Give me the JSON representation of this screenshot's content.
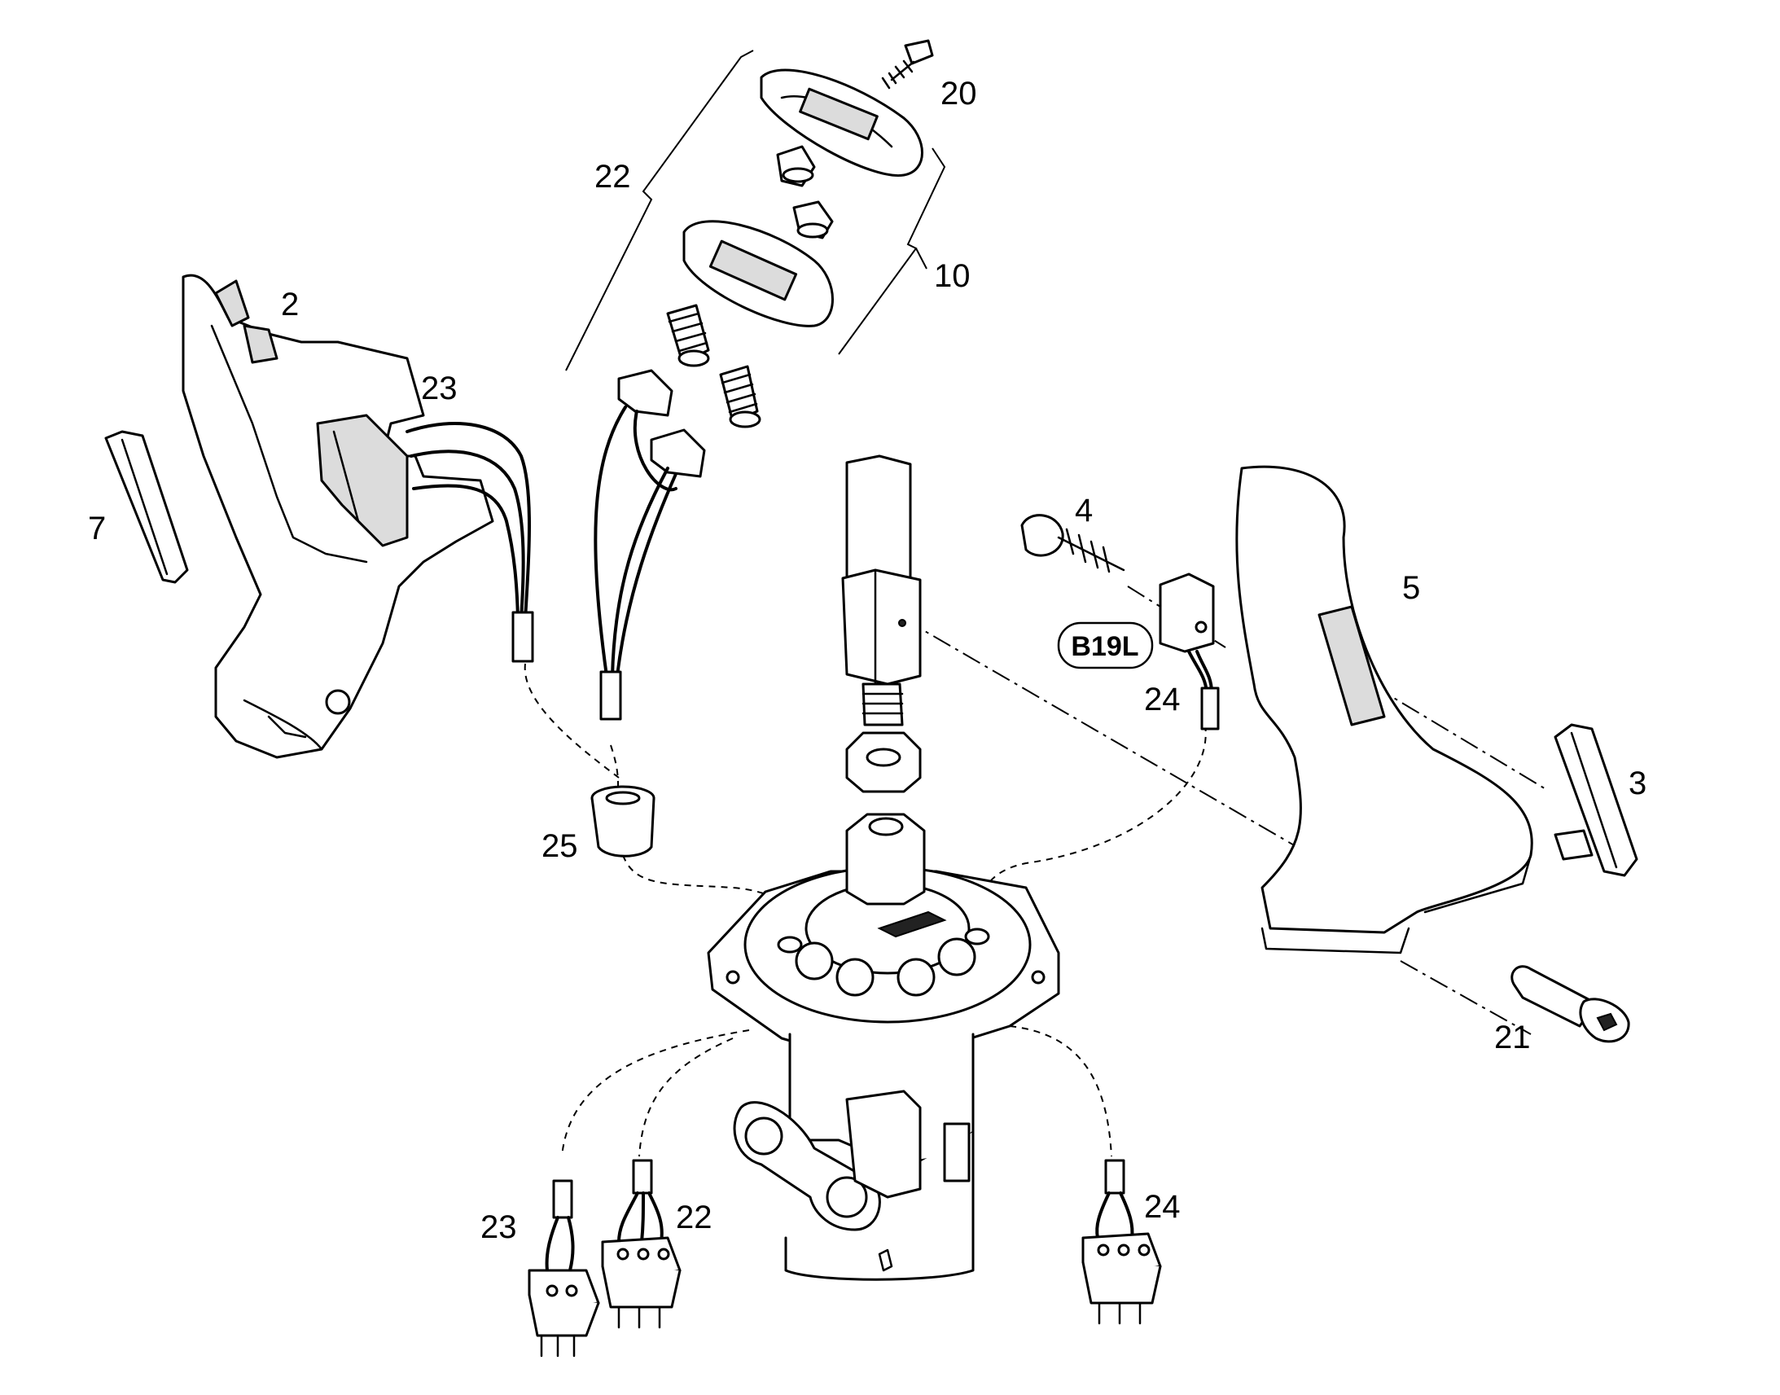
{
  "callouts": {
    "c20": "20",
    "c22_top": "22",
    "c10": "10",
    "c2": "2",
    "c23_top": "23",
    "c7": "7",
    "c4": "4",
    "c5": "5",
    "c24_right": "24",
    "c3": "3",
    "c25": "25",
    "c21": "21",
    "c23_bottom": "23",
    "c22_bottom": "22",
    "c24_bottom": "24"
  },
  "tag": {
    "label": "B19L"
  }
}
